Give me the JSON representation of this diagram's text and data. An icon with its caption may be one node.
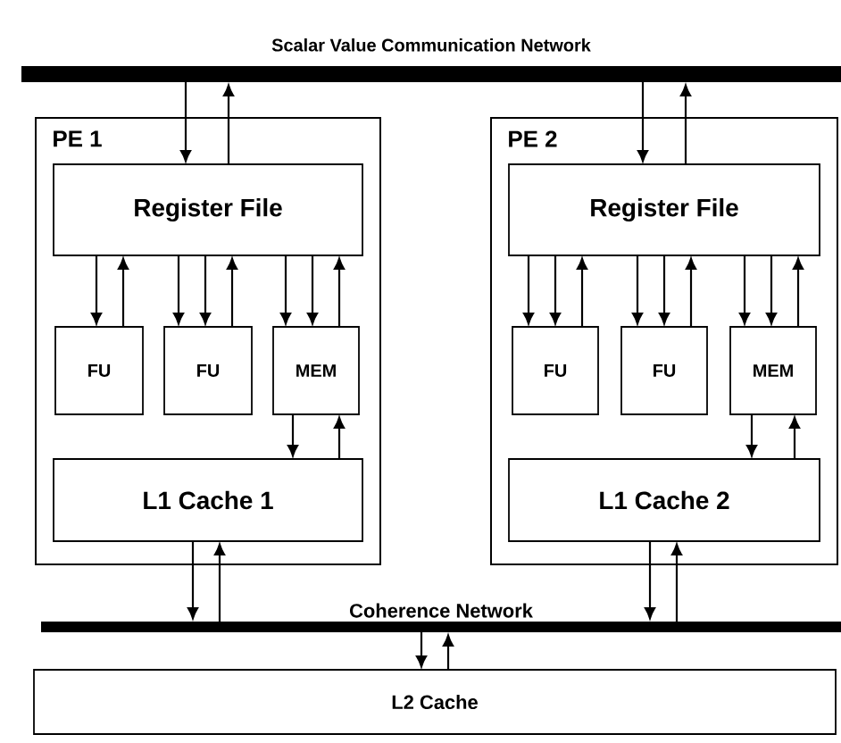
{
  "diagram": {
    "nodes": [
      {
        "text": [
          "Scalar Value Communication Network"
        ]
      },
      {
        "text": [
          "PE 1"
        ]
      },
      {
        "text": [
          "Register File"
        ],
        "in": 1
      },
      {
        "text": [
          "FU"
        ],
        "in": 1
      },
      {
        "text": [
          "FU"
        ],
        "in": 1
      },
      {
        "text": [
          "MEM"
        ],
        "in": 1
      },
      {
        "text": [
          "L1 Cache 1"
        ],
        "in": 1
      },
      {
        "text": [
          "PE 2"
        ]
      },
      {
        "text": [
          "Register File"
        ],
        "in": 7
      },
      {
        "text": [
          "FU"
        ],
        "in": 7
      },
      {
        "text": [
          "FU"
        ],
        "in": 7
      },
      {
        "text": [
          "MEM"
        ],
        "in": 7
      },
      {
        "text": [
          "L1 Cache 2"
        ],
        "in": 7
      },
      {
        "text": [
          "Coherence Network"
        ]
      },
      {
        "text": [
          "L2 Cache"
        ]
      }
    ],
    "edges": [
      {
        "from": 0,
        "to": 2,
        "arrow": "to"
      },
      {
        "from": 2,
        "to": 0,
        "arrow": "to"
      },
      {
        "from": 2,
        "to": 3,
        "arrow": "to"
      },
      {
        "from": 3,
        "to": 2,
        "arrow": "to"
      },
      {
        "from": 2,
        "to": 4,
        "arrow": "to"
      },
      {
        "from": 2,
        "to": 4,
        "arrow": "to"
      },
      {
        "from": 4,
        "to": 2,
        "arrow": "to"
      },
      {
        "from": 2,
        "to": 5,
        "arrow": "to"
      },
      {
        "from": 2,
        "to": 5,
        "arrow": "to"
      },
      {
        "from": 5,
        "to": 2,
        "arrow": "to"
      },
      {
        "from": 5,
        "to": 6,
        "arrow": "to"
      },
      {
        "from": 6,
        "to": 5,
        "arrow": "to"
      },
      {
        "from": 6,
        "to": 13,
        "arrow": "to"
      },
      {
        "from": 13,
        "to": 6,
        "arrow": "to"
      },
      {
        "from": 0,
        "to": 8,
        "arrow": "to"
      },
      {
        "from": 8,
        "to": 0,
        "arrow": "to"
      },
      {
        "from": 8,
        "to": 9,
        "arrow": "to"
      },
      {
        "from": 8,
        "to": 9,
        "arrow": "to"
      },
      {
        "from": 9,
        "to": 8,
        "arrow": "to"
      },
      {
        "from": 8,
        "to": 10,
        "arrow": "to"
      },
      {
        "from": 8,
        "to": 10,
        "arrow": "to"
      },
      {
        "from": 10,
        "to": 8,
        "arrow": "to"
      },
      {
        "from": 8,
        "to": 11,
        "arrow": "to"
      },
      {
        "from": 8,
        "to": 11,
        "arrow": "to"
      },
      {
        "from": 11,
        "to": 8,
        "arrow": "to"
      },
      {
        "from": 11,
        "to": 12,
        "arrow": "to"
      },
      {
        "from": 12,
        "to": 11,
        "arrow": "to"
      },
      {
        "from": 12,
        "to": 13,
        "arrow": "to"
      },
      {
        "from": 13,
        "to": 12,
        "arrow": "to"
      },
      {
        "from": 13,
        "to": 14,
        "arrow": "to"
      },
      {
        "from": 14,
        "to": 13,
        "arrow": "to"
      }
    ]
  }
}
